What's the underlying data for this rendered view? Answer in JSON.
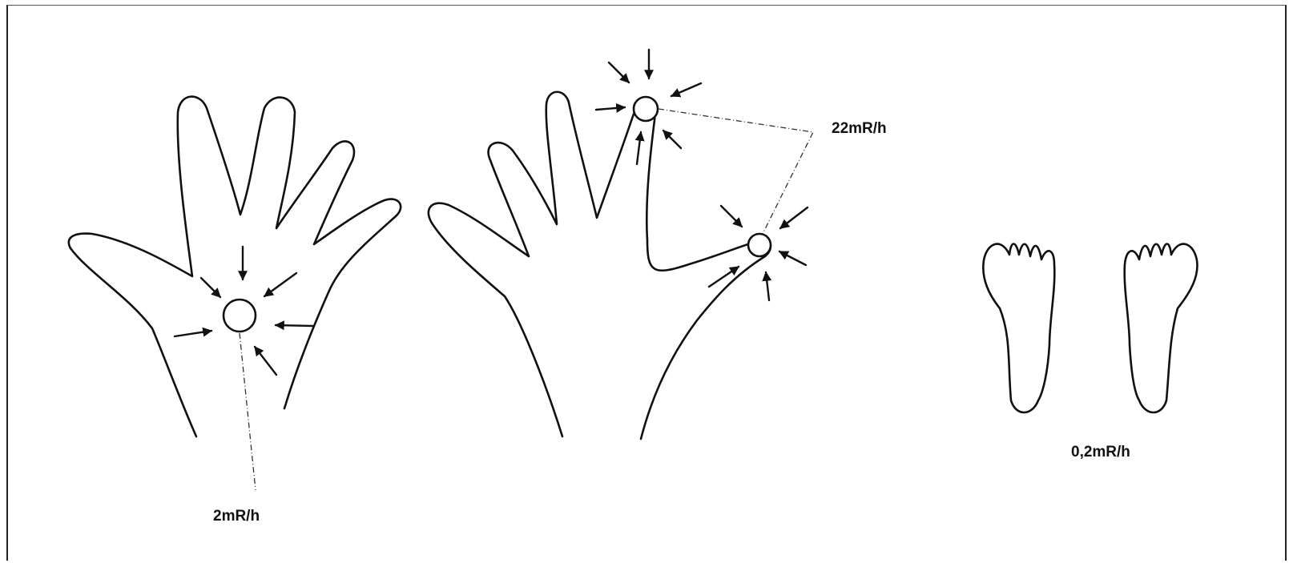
{
  "figure": {
    "labels": {
      "palm_dose": "2mR/h",
      "fingertip_dose": "22mR/h",
      "feet_dose": "0,2mR/h"
    }
  }
}
